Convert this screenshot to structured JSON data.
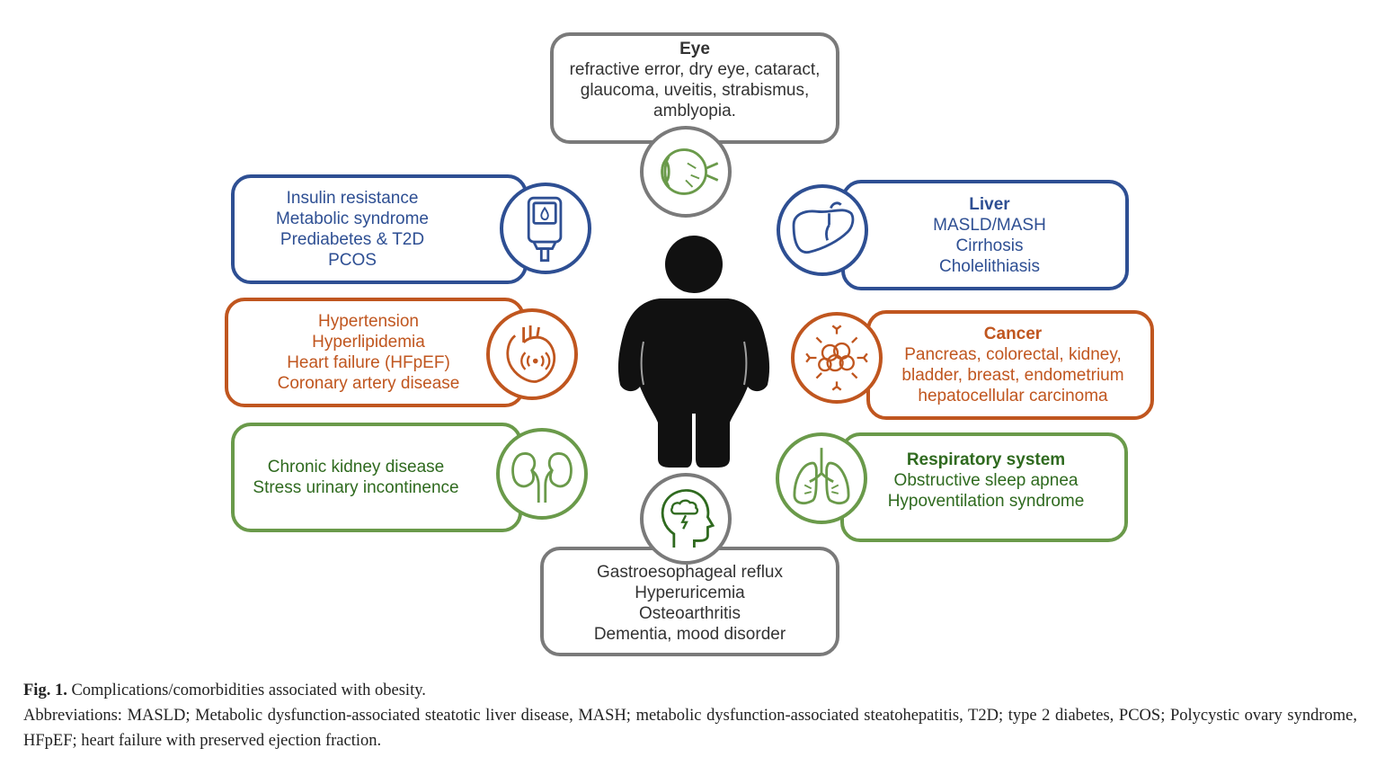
{
  "boxes": {
    "eye": {
      "title": "Eye",
      "lines": [
        "refractive error, dry eye, cataract,",
        "glaucoma, uveitis, strabismus,",
        "amblyopia."
      ]
    },
    "metabolic": {
      "lines": [
        "Insulin resistance",
        "Metabolic syndrome",
        "Prediabetes & T2D",
        "PCOS"
      ]
    },
    "liver": {
      "title": "Liver",
      "lines": [
        "MASLD/MASH",
        "Cirrhosis",
        "Cholelithiasis"
      ]
    },
    "cardio": {
      "lines": [
        "Hypertension",
        "Hyperlipidemia",
        "Heart failure (HFpEF)",
        "Coronary artery disease"
      ]
    },
    "cancer": {
      "title": "Cancer",
      "lines": [
        "Pancreas, colorectal, kidney,",
        "bladder, breast, endometrium",
        "hepatocellular carcinoma"
      ]
    },
    "kidney": {
      "lines": [
        "Chronic kidney disease",
        "Stress urinary incontinence"
      ]
    },
    "respiratory": {
      "title": "Respiratory system",
      "lines": [
        "Obstructive sleep apnea",
        "Hypoventilation syndrome"
      ]
    },
    "other": {
      "lines": [
        "Gastroesophageal reflux",
        "Hyperuricemia",
        "Osteoarthritis",
        "Dementia, mood disorder"
      ]
    }
  },
  "icons": {
    "eye": "eye-icon",
    "glucometer": "glucose-meter-icon",
    "liver": "liver-icon",
    "heart": "heart-icon",
    "cancer": "tumor-cells-icon",
    "kidney": "kidneys-icon",
    "lungs": "lungs-icon",
    "brain": "head-storm-icon",
    "person": "obese-person-icon"
  },
  "colors": {
    "blue": "#2e4f93",
    "orange": "#c0561f",
    "green": "#6a9a4a",
    "gray": "#7a7a7a"
  },
  "caption": {
    "label": "Fig. 1.",
    "title": "Complications/comorbidities associated with obesity.",
    "abbreviations": "Abbreviations: MASLD; Metabolic dysfunction-associated steatotic liver disease, MASH; metabolic dysfunction-associated steatohepatitis, T2D; type 2 diabetes, PCOS; Polycystic ovary syndrome, HFpEF; heart failure with preserved ejection fraction."
  }
}
